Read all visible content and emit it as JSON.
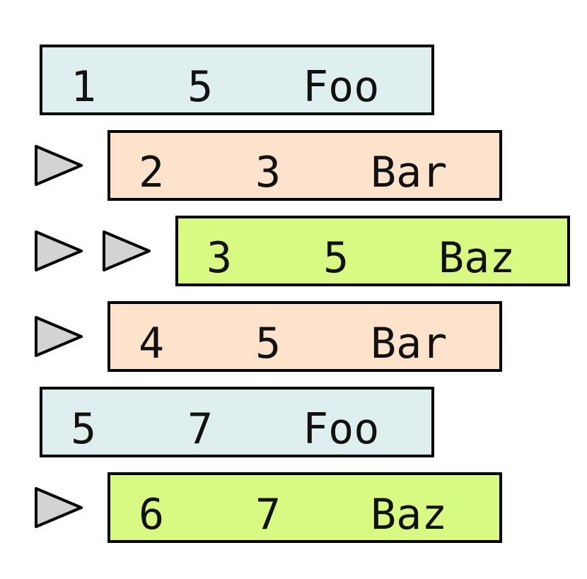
{
  "colors": {
    "Foo": "#dfeeee",
    "Bar": "#fde3cc",
    "Baz": "#d8f982",
    "marker_fill": "#d3d3d3",
    "border": "#000000"
  },
  "icons": {
    "indent_marker": "triangle-right-icon"
  },
  "rows": [
    {
      "depth": 0,
      "cells": [
        "1",
        "5",
        "Foo"
      ],
      "group": "Foo"
    },
    {
      "depth": 1,
      "cells": [
        "2",
        "3",
        "Bar"
      ],
      "group": "Bar"
    },
    {
      "depth": 2,
      "cells": [
        "3",
        "5",
        "Baz"
      ],
      "group": "Baz"
    },
    {
      "depth": 1,
      "cells": [
        "4",
        "5",
        "Bar"
      ],
      "group": "Bar"
    },
    {
      "depth": 0,
      "cells": [
        "5",
        "7",
        "Foo"
      ],
      "group": "Foo"
    },
    {
      "depth": 1,
      "cells": [
        "6",
        "7",
        "Baz"
      ],
      "group": "Baz"
    }
  ]
}
